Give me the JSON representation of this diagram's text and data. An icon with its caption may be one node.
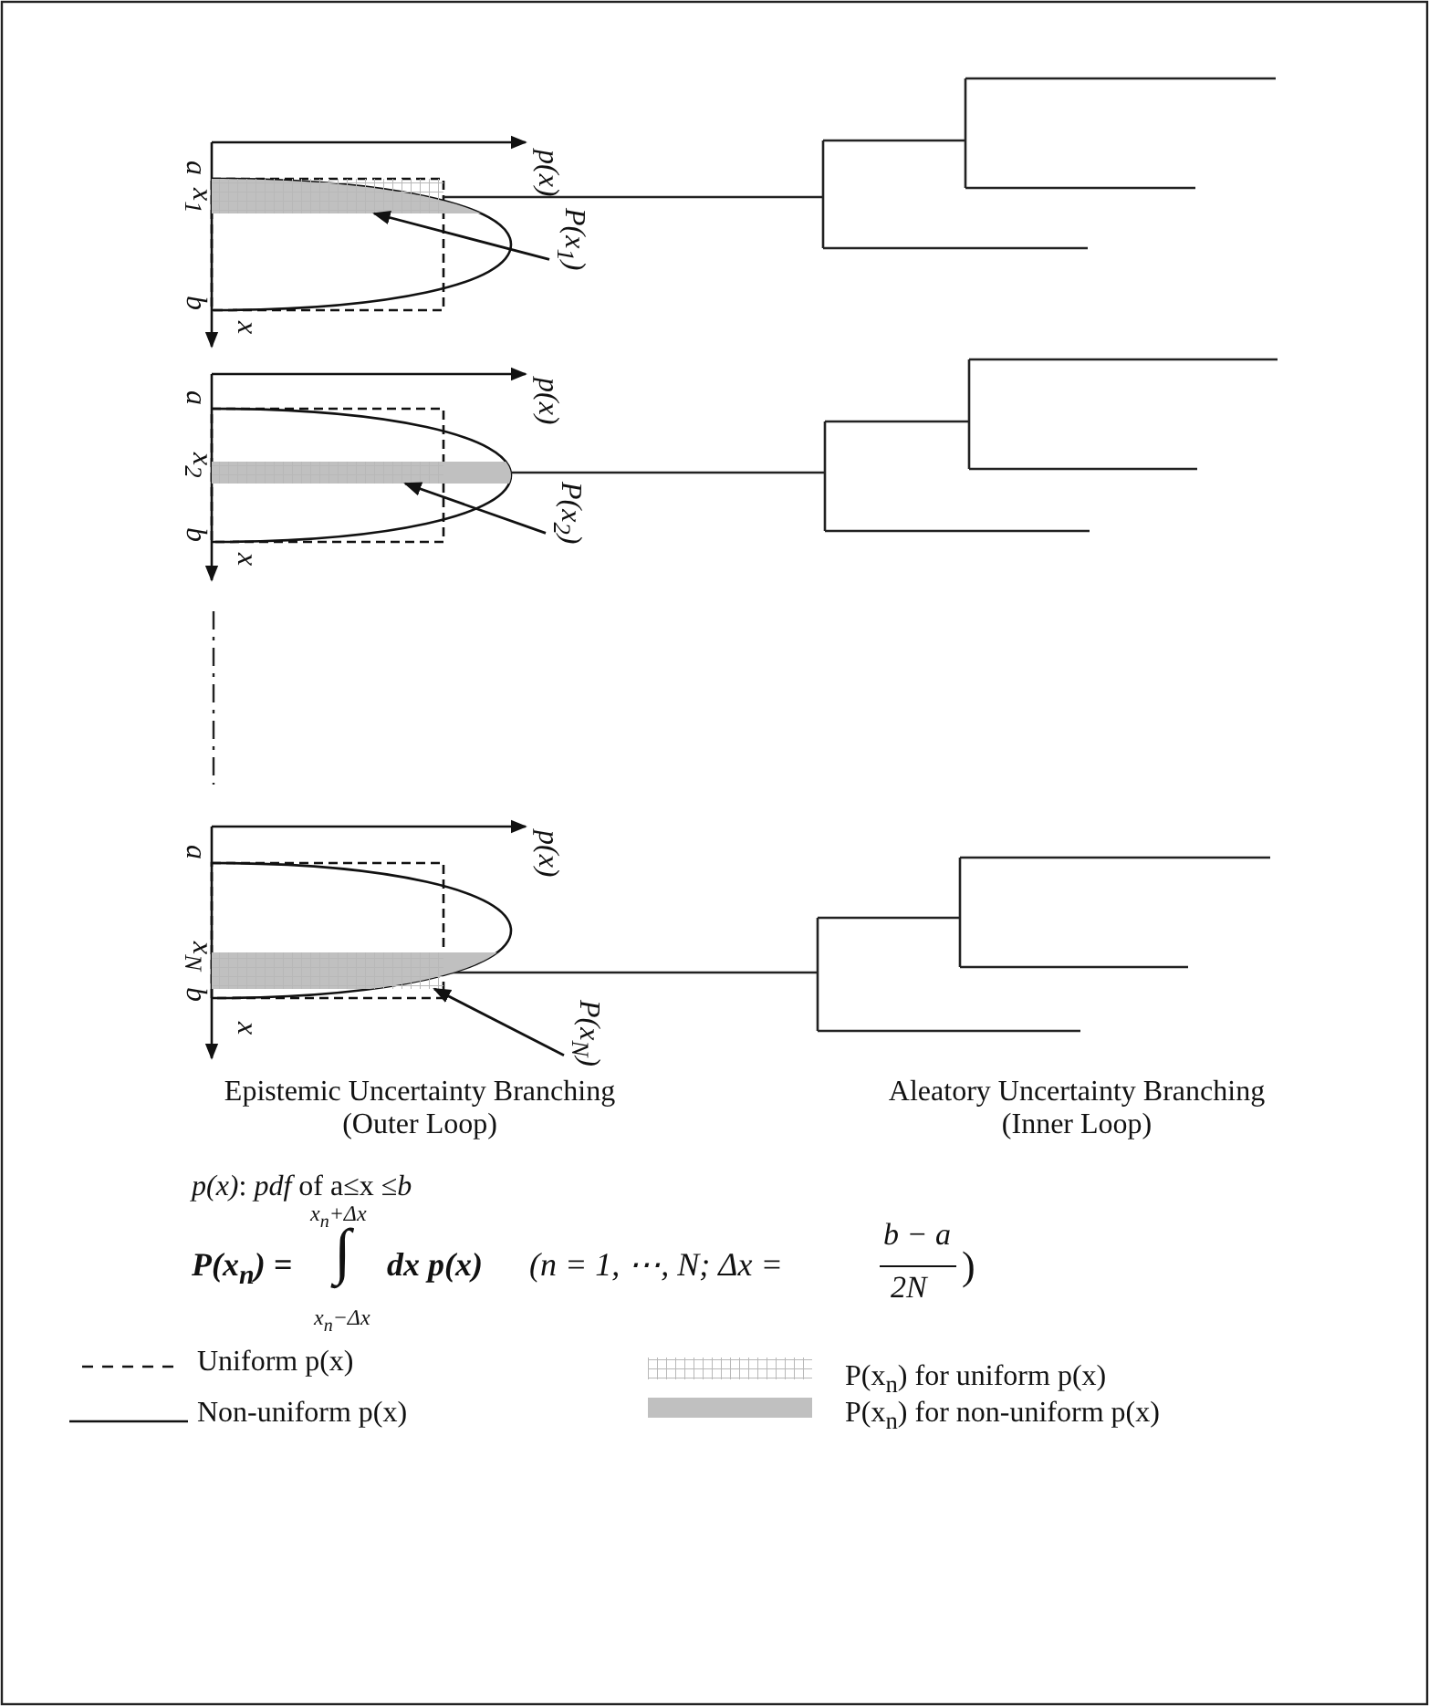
{
  "diagram": {
    "nodes": [
      {
        "text": [],
        "shape": "bar"
      },
      {
        "text": [
          "P(x$_{1}$)"
        ]
      },
      {
        "text": [],
        "shape": "bar"
      },
      {
        "text": [
          "P(x$_{2}$)"
        ]
      },
      {
        "text": [],
        "shape": "bar"
      },
      {
        "text": [
          "P(x$_{N}$)"
        ]
      }
    ],
    "edges": [
      {
        "from": 1,
        "to": 0,
        "arrow": "to"
      },
      {
        "from": 3,
        "to": 2,
        "arrow": "to"
      },
      {
        "from": 5,
        "to": 4,
        "arrow": "to"
      }
    ],
    "labels": [
      "p(x)",
      "a",
      "x$_{1}$",
      "b",
      "x",
      "p(x)",
      "a",
      "x$_{2}$",
      "b",
      "x",
      "p(x)",
      "a",
      "x$_{N}$",
      "b",
      "x",
      "Epistemic Uncertainty Branching (Outer Loop)",
      "Aleatory Uncertainty Branching (Inner Loop)",
      "*p(x)*: *pdf* of a≤x ≤*b*",
      "x$_{n}$+Δx",
      "P(x$_{n}$) =",
      "∫",
      "dx p(x)",
      "(n = 1, ⋯, N; Δx =",
      "b − a",
      "2N",
      ")",
      "x$_{n}$−Δx"
    ],
    "legend": [
      {
        "text": "Uniform p(x)"
      },
      {
        "text": "Non-uniform p(x)"
      },
      {
        "text": "P(x$_{n}$) for uniform p(x)"
      },
      {
        "text": "P(x$_{n}$) for non-uniform p(x)",
        "color": "#c0c0c0"
      }
    ]
  }
}
